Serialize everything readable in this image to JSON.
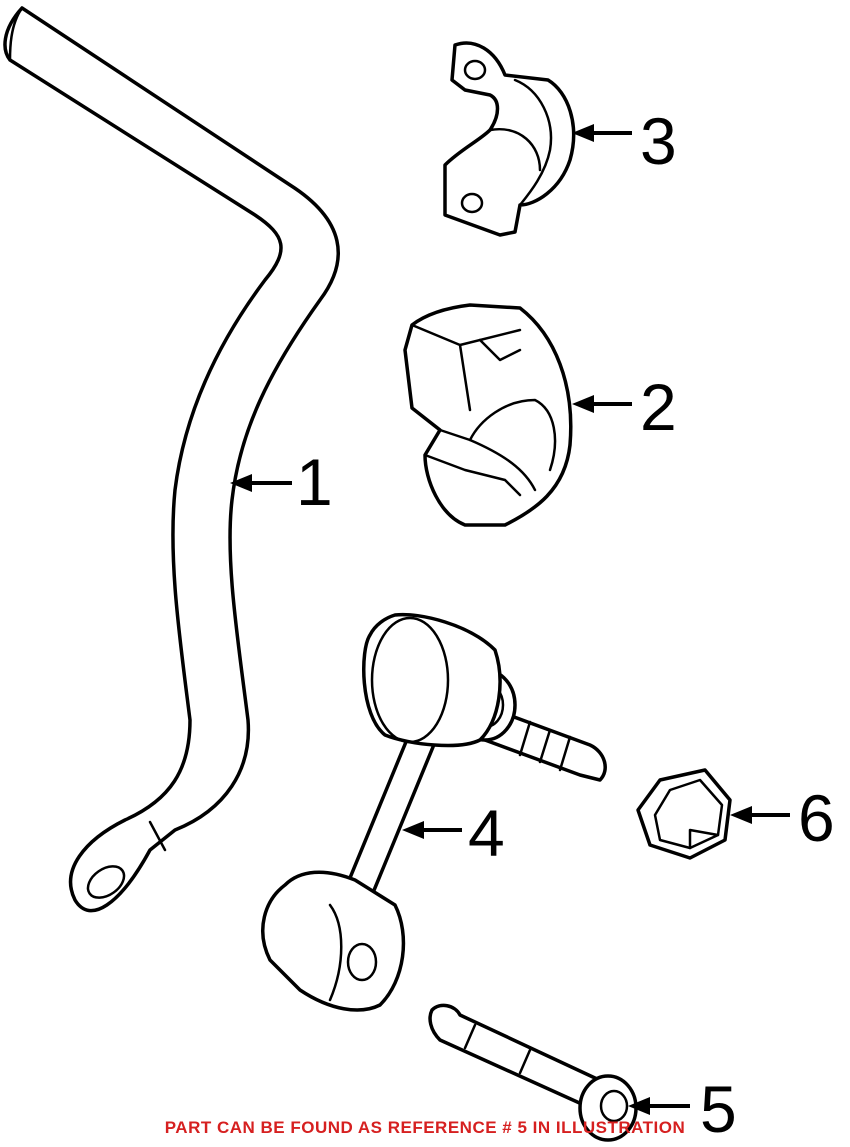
{
  "callouts": [
    {
      "number": "1",
      "part": "stabilizer-bar"
    },
    {
      "number": "2",
      "part": "bushing"
    },
    {
      "number": "3",
      "part": "bushing-clamp"
    },
    {
      "number": "4",
      "part": "stabilizer-link"
    },
    {
      "number": "5",
      "part": "bolt"
    },
    {
      "number": "6",
      "part": "nut"
    }
  ],
  "footer_note": "PART CAN BE FOUND AS REFERENCE # 5 IN ILLUSTRATION",
  "colors": {
    "line": "#000000",
    "background": "#ffffff",
    "footer_text": "#d62020"
  }
}
